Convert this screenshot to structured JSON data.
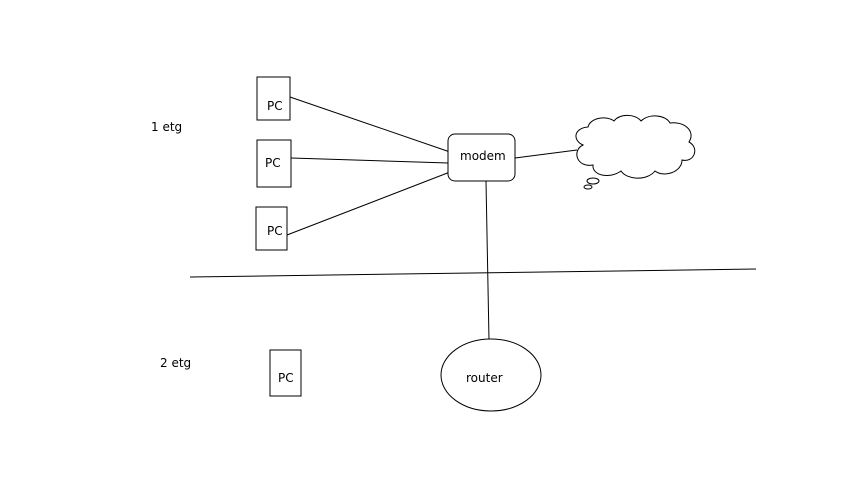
{
  "floors": {
    "floor1_label": "1 etg",
    "floor2_label": "2 etg"
  },
  "nodes": {
    "pc1_label": "PC",
    "pc2_label": "PC",
    "pc3_label": "PC",
    "pc4_label": "PC",
    "modem_label": "modem",
    "router_label": "router"
  }
}
